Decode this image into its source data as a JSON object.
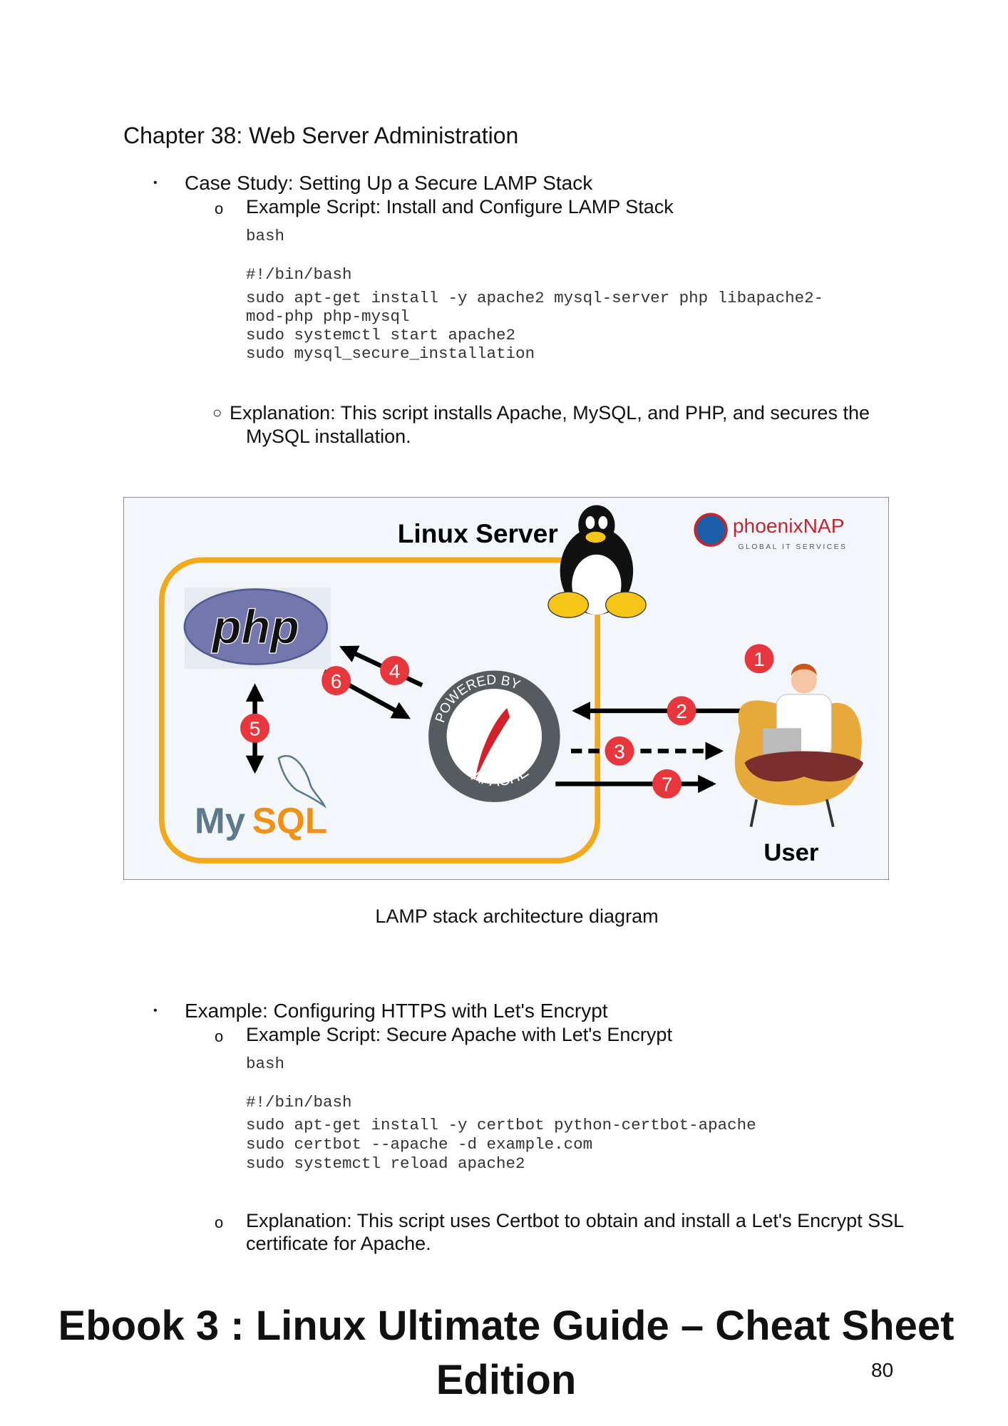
{
  "chapter_title": "Chapter 38: Web Server Administration",
  "sections": [
    {
      "bullet": "Case Study: Setting Up a Secure LAMP Stack",
      "script_heading": "Example Script: Install and Configure LAMP Stack",
      "code_lang": "bash",
      "code_lines": [
        "#!/bin/bash",
        "sudo apt-get install -y apache2 mysql-server php libapache2-",
        "mod-php php-mysql",
        "sudo systemctl start apache2",
        "sudo mysql_secure_installation"
      ],
      "explanation_lines": [
        "Explanation: This script installs Apache, MySQL, and PHP, and secures the",
        "MySQL installation."
      ]
    },
    {
      "bullet": "Example: Configuring HTTPS with Let's Encrypt",
      "script_heading": "Example Script: Secure Apache with Let's Encrypt",
      "code_lang": "bash",
      "code_lines": [
        "#!/bin/bash",
        "sudo apt-get install -y certbot python-certbot-apache",
        "sudo certbot --apache -d example.com",
        "sudo systemctl reload apache2"
      ],
      "explanation_lines": [
        "Explanation: This script uses Certbot to obtain and install a Let's Encrypt SSL",
        "certificate for Apache."
      ]
    }
  ],
  "bullet_marker": "•",
  "sub_marker": "o",
  "sub_marker_inline": "○",
  "diagram": {
    "server_label": "Linux Server",
    "user_label": "User",
    "php_logo": "php",
    "mysql_logo_my": "My",
    "mysql_logo_sql": "SQL",
    "apache_ring_top": "POWERED BY",
    "apache_ring_bottom": "APACHE",
    "brand_logo": "phoenixNAP",
    "brand_tagline": "GLOBAL IT SERVICES",
    "steps": [
      "1",
      "2",
      "3",
      "4",
      "5",
      "6",
      "7"
    ],
    "colors": {
      "server_frame": "#f2a91c",
      "step_badge": "#e8373c",
      "php": "#7377ad",
      "apache_ring": "#555b5e",
      "background": "#f3f7fb"
    }
  },
  "caption": "LAMP stack architecture diagram",
  "footer_title": "Ebook 3 : Linux Ultimate Guide – Cheat Sheet Edition",
  "page_number": "80"
}
